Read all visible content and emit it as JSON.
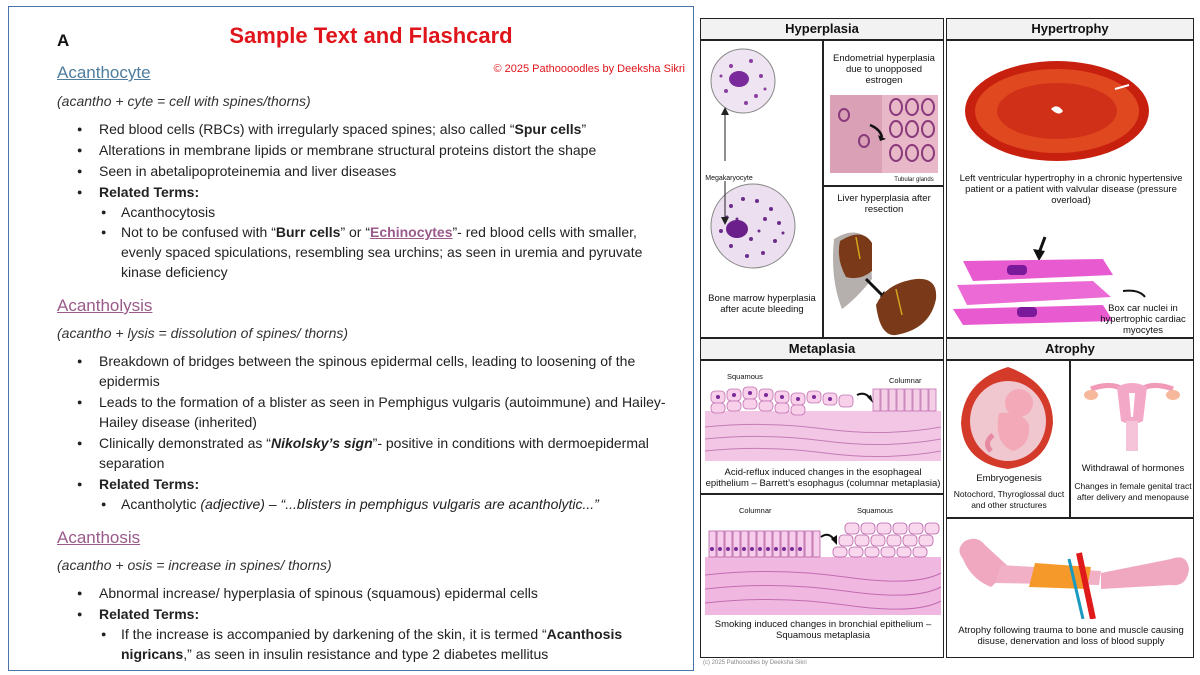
{
  "left": {
    "letter": "A",
    "title": "Sample Text and Flashcard",
    "copyright": "© 2025 Pathoooodles by Deeksha Sikri",
    "sections": [
      {
        "term": "Acanthocyte",
        "etymology": "(acantho + cyte = cell with spines/thorns)",
        "b1_pre": "Red blood cells (RBCs) with irregularly spaced spines; also called “",
        "b1_bold": "Spur cells",
        "b1_post": "”",
        "b2": "Alterations in membrane lipids or membrane structural proteins distort the shape",
        "b3": "Seen in abetalipoproteinemia and liver diseases",
        "related": "Related Terms:",
        "r1": "Acanthocytosis",
        "r2_pre": "Not to be confused with “",
        "r2_bold": "Burr cells",
        "r2_mid": "” or “",
        "r2_link": "Echinocytes",
        "r2_post": "”- red blood cells with smaller, evenly spaced spiculations, resembling sea urchins; as seen in uremia and pyruvate kinase deficiency"
      },
      {
        "term": "Acantholysis",
        "etymology": "(acantho + lysis = dissolution of spines/ thorns)",
        "b1": "Breakdown of bridges between the spinous epidermal cells, leading to loosening of the epidermis",
        "b2": "Leads to the formation of a blister as seen in Pemphigus vulgaris (autoimmune) and Hailey-Hailey disease (inherited)",
        "b3_pre": "Clinically demonstrated as “",
        "b3_bold": "Nikolsky’s sign",
        "b3_post": "”- positive in conditions with dermoepidermal separation",
        "related": "Related Terms:",
        "r1_pre": "Acantholytic ",
        "r1_italic": "(adjective)",
        "r1_dash": " – ",
        "r1_quote": "“...blisters in pemphigus vulgaris are acantholytic...”"
      },
      {
        "term": "Acanthosis",
        "etymology": "(acantho + osis = increase in spines/ thorns)",
        "b1": "Abnormal increase/ hyperplasia of spinous (squamous) epidermal cells",
        "related": "Related Terms:",
        "r1_pre": "If the increase is accompanied by darkening of the skin, it is termed “",
        "r1_bold": "Acanthosis nigricans",
        "r1_post": ",” as seen in insulin resistance and type 2 diabetes mellitus"
      }
    ]
  },
  "right": {
    "headers": {
      "hyperplasia": "Hyperplasia",
      "hypertrophy": "Hypertrophy",
      "metaplasia": "Metaplasia",
      "atrophy": "Atrophy"
    },
    "captions": {
      "megakaryocyte": "Megakaryocyte",
      "bone_marrow": "Bone marrow hyperplasia after acute bleeding",
      "endometrial": "Endometrial hyperplasia due to unopposed estrogen",
      "tubular": "Tubular glands",
      "liver": "Liver hyperplasia after resection",
      "lvh": "Left ventricular hypertrophy in a chronic hypertensive patient or a patient with valvular disease (pressure overload)",
      "boxcar": "Box car nuclei in hypertrophic cardiac myocytes",
      "squamous_top": "Squamous",
      "columnar_top": "Columnar",
      "barrett": "Acid-reflux induced changes in the esophageal epithelium – Barrett’s esophagus (columnar metaplasia)",
      "columnar_bottom": "Columnar",
      "squamous_bottom": "Squamous",
      "smoking": "Smoking induced changes in bronchial epithelium – Squamous metaplasia",
      "embryo_title": "Embryogenesis",
      "embryo_sub": "Notochord, Thyroglossal duct and other structures",
      "hormone_title": "Withdrawal of hormones",
      "hormone_sub": "Changes in female genital tract after delivery and menopause",
      "trauma": "Atrophy following trauma to bone and muscle causing disuse, denervation and loss of blood supply"
    },
    "footer": "(c) 2025 Pathooodles by Deeksha Sikri"
  },
  "colors": {
    "title_red": "#e0151b",
    "term_blue": "#4f7d9e",
    "term_purple": "#9a5a8a",
    "panel_border": "#4a74a8",
    "heart_red": "#c8200f",
    "myocyte_pink": "#e85ad0",
    "epithelium_pink": "#e9a2d6",
    "liver_brown": "#7a3a1a"
  }
}
